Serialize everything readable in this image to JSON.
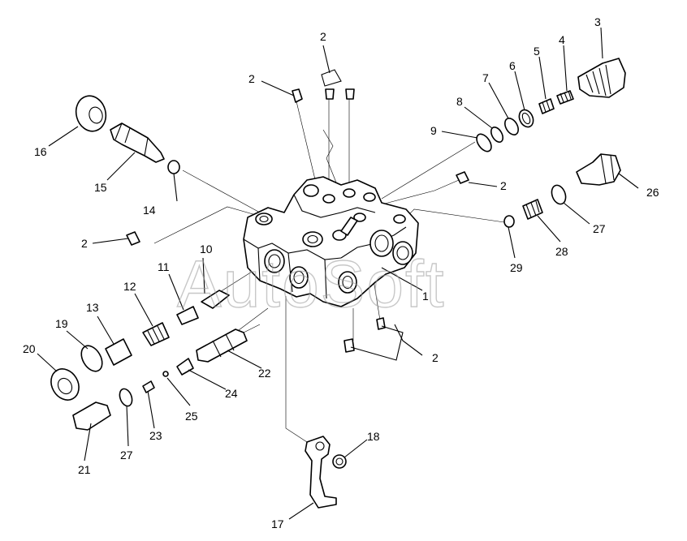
{
  "watermark": "AutoSoft",
  "callouts": [
    {
      "id": "c1",
      "text": "1"
    },
    {
      "id": "c2a",
      "text": "2"
    },
    {
      "id": "c2b",
      "text": "2"
    },
    {
      "id": "c2c",
      "text": "2"
    },
    {
      "id": "c2d",
      "text": "2"
    },
    {
      "id": "c2e",
      "text": "2"
    },
    {
      "id": "c3",
      "text": "3"
    },
    {
      "id": "c4",
      "text": "4"
    },
    {
      "id": "c5",
      "text": "5"
    },
    {
      "id": "c6",
      "text": "6"
    },
    {
      "id": "c7",
      "text": "7"
    },
    {
      "id": "c8",
      "text": "8"
    },
    {
      "id": "c9",
      "text": "9"
    },
    {
      "id": "c10",
      "text": "10"
    },
    {
      "id": "c11",
      "text": "11"
    },
    {
      "id": "c12",
      "text": "12"
    },
    {
      "id": "c13",
      "text": "13"
    },
    {
      "id": "c14",
      "text": "14"
    },
    {
      "id": "c15",
      "text": "15"
    },
    {
      "id": "c16",
      "text": "16"
    },
    {
      "id": "c17",
      "text": "17"
    },
    {
      "id": "c18",
      "text": "18"
    },
    {
      "id": "c19",
      "text": "19"
    },
    {
      "id": "c20",
      "text": "20"
    },
    {
      "id": "c21",
      "text": "21"
    },
    {
      "id": "c22",
      "text": "22"
    },
    {
      "id": "c23",
      "text": "23"
    },
    {
      "id": "c24",
      "text": "24"
    },
    {
      "id": "c25",
      "text": "25"
    },
    {
      "id": "c26",
      "text": "26"
    },
    {
      "id": "c27a",
      "text": "27"
    },
    {
      "id": "c27b",
      "text": "27"
    },
    {
      "id": "c28",
      "text": "28"
    },
    {
      "id": "c29",
      "text": "29"
    }
  ]
}
